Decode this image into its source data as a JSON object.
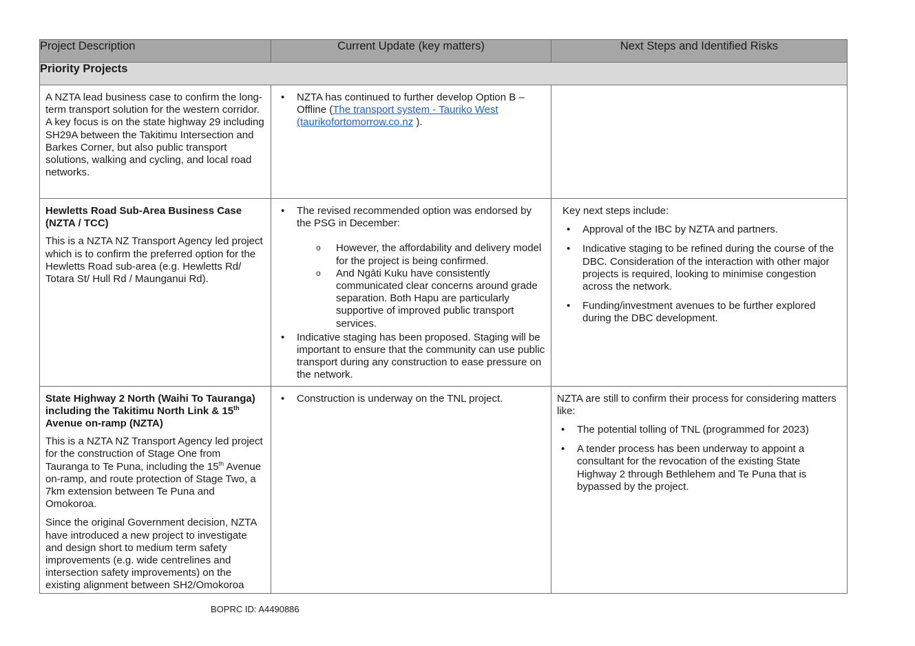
{
  "table": {
    "headers": [
      "Project Description",
      "Current Update (key matters)",
      "Next Steps and Identified Risks"
    ],
    "section_title": "Priority Projects"
  },
  "row1": {
    "description": "A NZTA lead business case to confirm the long-term transport solution for the western corridor. A key focus is on the state highway 29 including SH29A between the Takitimu Intersection and Barkes Corner, but also public transport solutions, walking and cycling, and local road networks.",
    "update_text_before": "NZTA has continued to further develop Option B – Offline (",
    "update_link": "The transport system - Tauriko West (taurikofortomorrow.co.nz",
    "update_text_after": " )."
  },
  "row2": {
    "title": "Hewletts Road Sub-Area Business Case (NZTA / TCC)",
    "description": "This is a NZTA NZ Transport Agency led project which is to confirm the preferred option for the Hewletts Road sub-area (e.g. Hewletts Rd/ Totara St/ Hull Rd / Maunganui Rd).",
    "update_bullet1": "The revised recommended option was endorsed by the PSG in December:",
    "update_sub1": "However, the affordability and delivery model for the project is being confirmed.",
    "update_sub2": "And Ngāti Kuku have consistently communicated clear concerns around grade separation.  Both Hapu are particularly supportive of improved public transport services.",
    "update_bullet2": "Indicative staging has been proposed. Staging will be important to ensure that the community can use public transport during any construction to ease pressure on the network.",
    "next_intro": "Key next steps include:",
    "next_bullet1": "Approval of the IBC by NZTA and partners.",
    "next_bullet2": "Indicative staging to be refined during the course of the DBC.  Consideration of the interaction with other major projects is required, looking to minimise congestion across the network.",
    "next_bullet3": "Funding/investment avenues to be further explored during the DBC development."
  },
  "row3": {
    "title_part1": "State Highway 2 North (Waihi To Tauranga) including the Takitimu North Link & 15",
    "title_sup": "th",
    "title_part2": " Avenue on-ramp (NZTA)",
    "desc1_part1": "This is a NZTA NZ Transport Agency led project for the construction of Stage One from Tauranga to Te Puna, including the 15",
    "desc1_sup": "th",
    "desc1_part2": " Avenue on-ramp, and route protection of Stage Two, a 7km extension between Te Puna and Omokoroa.",
    "desc2": "Since the original Government decision, NZTA have introduced a new project to investigate and design short to medium term safety improvements (e.g. wide centrelines and intersection safety improvements) on the existing alignment between SH2/Omokoroa",
    "update_bullet1": "Construction is underway on the TNL project.",
    "next_intro": "NZTA are still to confirm their process for considering matters like:",
    "next_bullet1": "The potential tolling of TNL (programmed for 2023)",
    "next_bullet2": "A tender process has been underway to appoint a consultant for the revocation of the existing State Highway 2 through Bethlehem and Te Puna that is bypassed by the project."
  },
  "footer": {
    "doc_id": "BOPRC ID: A4490886"
  }
}
